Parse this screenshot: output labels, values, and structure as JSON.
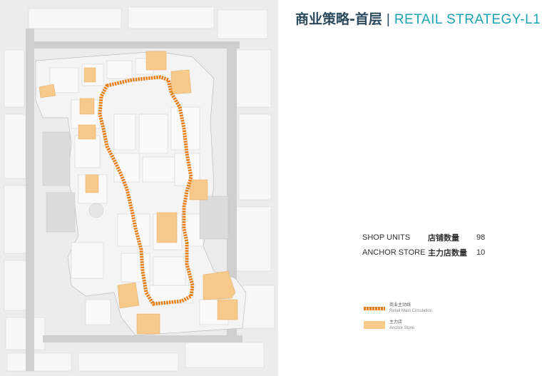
{
  "title": {
    "cn": "商业策略-首层",
    "separator": "|",
    "en": "RETAIL STRATEGY-L1"
  },
  "stats": [
    {
      "en": "SHOP UNITS",
      "cn": "店铺数量",
      "value": "98"
    },
    {
      "en": "ANCHOR STORE",
      "cn": "主力店数量",
      "value": "10"
    }
  ],
  "legend": [
    {
      "cn": "商业主动线",
      "en": "Retail Main Circulation",
      "swatch": "circulation-line-icon"
    },
    {
      "cn": "主力店",
      "en": "Anchor Store",
      "swatch": "anchor-store-icon"
    }
  ],
  "colors": {
    "circulation": "#e8801a",
    "anchor": "#f7c98a",
    "title_cn": "#2b4a5e",
    "title_en": "#1aa3b3"
  }
}
